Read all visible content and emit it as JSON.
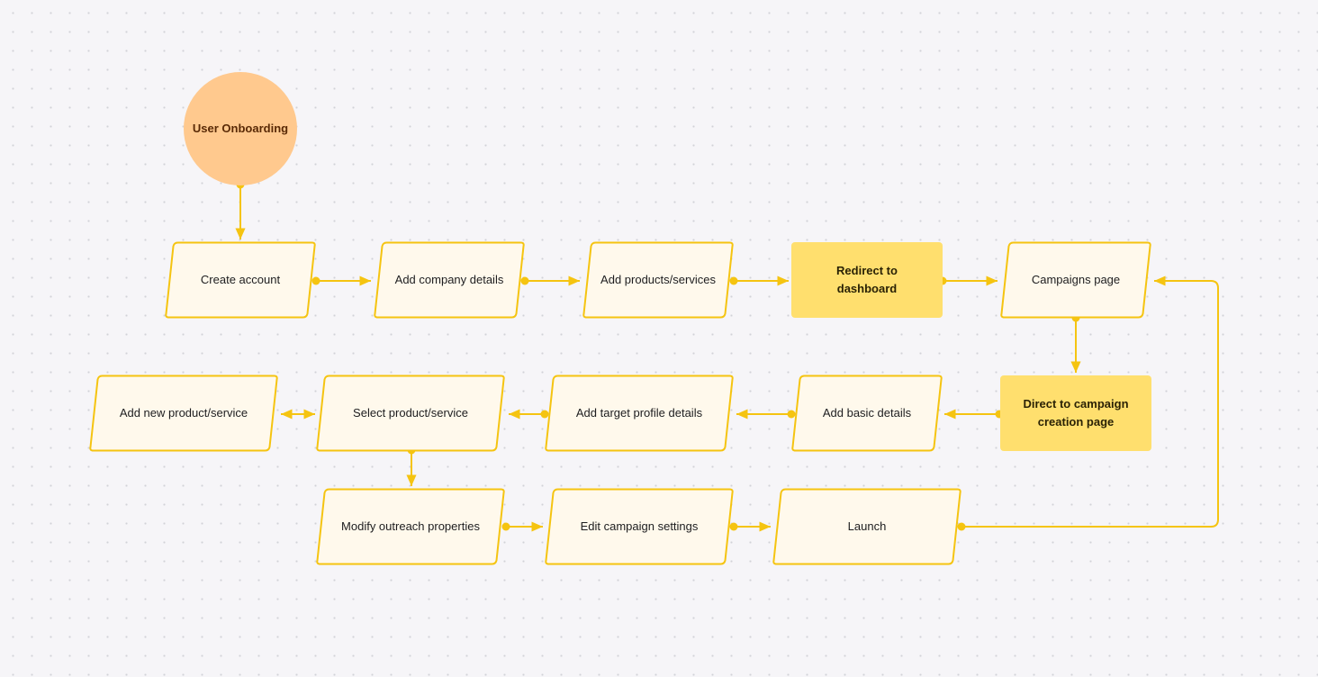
{
  "diagram": {
    "colors": {
      "connector": "#f5c411",
      "node_border": "#f5c411",
      "node_fill": "#fff9ec",
      "highlight_fill": "#ffdf6e",
      "start_fill": "#ffc98e"
    },
    "start": {
      "label": "User Onboarding"
    },
    "nodes": {
      "create_account": "Create account",
      "add_company_details": "Add company details",
      "add_products_services": "Add products/services",
      "redirect_dashboard": "Redirect to dashboard",
      "campaigns_page": "Campaigns page",
      "direct_campaign_creation": "Direct to campaign creation page",
      "add_basic_details": "Add basic details",
      "add_target_profile": "Add target profile details",
      "select_product_service": "Select product/service",
      "add_new_product_service": "Add new product/service",
      "modify_outreach": "Modify outreach properties",
      "edit_campaign_settings": "Edit campaign settings",
      "launch": "Launch"
    }
  }
}
